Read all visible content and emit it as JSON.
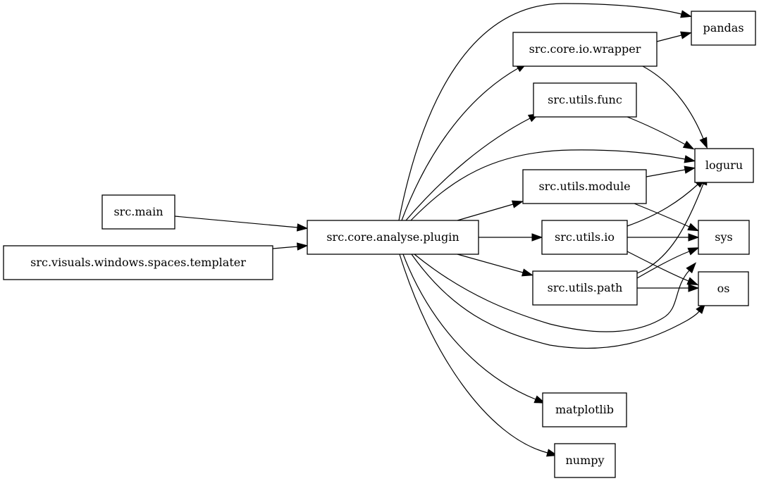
{
  "diagram": {
    "nodes": [
      {
        "id": "main",
        "label": "src.main"
      },
      {
        "id": "templater",
        "label": "src.visuals.windows.spaces.templater"
      },
      {
        "id": "plugin",
        "label": "src.core.analyse.plugin"
      },
      {
        "id": "wrapper",
        "label": "src.core.io.wrapper"
      },
      {
        "id": "func",
        "label": "src.utils.func"
      },
      {
        "id": "module",
        "label": "src.utils.module"
      },
      {
        "id": "io",
        "label": "src.utils.io"
      },
      {
        "id": "path",
        "label": "src.utils.path"
      },
      {
        "id": "matplotlib",
        "label": "matplotlib"
      },
      {
        "id": "numpy",
        "label": "numpy"
      },
      {
        "id": "pandas",
        "label": "pandas"
      },
      {
        "id": "loguru",
        "label": "loguru"
      },
      {
        "id": "sys",
        "label": "sys"
      },
      {
        "id": "os",
        "label": "os"
      }
    ],
    "edges": [
      {
        "from": "main",
        "to": "plugin"
      },
      {
        "from": "templater",
        "to": "plugin"
      },
      {
        "from": "plugin",
        "to": "pandas"
      },
      {
        "from": "plugin",
        "to": "wrapper"
      },
      {
        "from": "plugin",
        "to": "func"
      },
      {
        "from": "plugin",
        "to": "loguru"
      },
      {
        "from": "plugin",
        "to": "module"
      },
      {
        "from": "plugin",
        "to": "io"
      },
      {
        "from": "plugin",
        "to": "path"
      },
      {
        "from": "plugin",
        "to": "sys"
      },
      {
        "from": "plugin",
        "to": "os"
      },
      {
        "from": "plugin",
        "to": "matplotlib"
      },
      {
        "from": "plugin",
        "to": "numpy"
      },
      {
        "from": "wrapper",
        "to": "pandas"
      },
      {
        "from": "wrapper",
        "to": "loguru"
      },
      {
        "from": "func",
        "to": "loguru"
      },
      {
        "from": "module",
        "to": "loguru"
      },
      {
        "from": "module",
        "to": "sys"
      },
      {
        "from": "io",
        "to": "loguru"
      },
      {
        "from": "io",
        "to": "sys"
      },
      {
        "from": "io",
        "to": "os"
      },
      {
        "from": "path",
        "to": "loguru"
      },
      {
        "from": "path",
        "to": "sys"
      },
      {
        "from": "path",
        "to": "os"
      }
    ]
  }
}
